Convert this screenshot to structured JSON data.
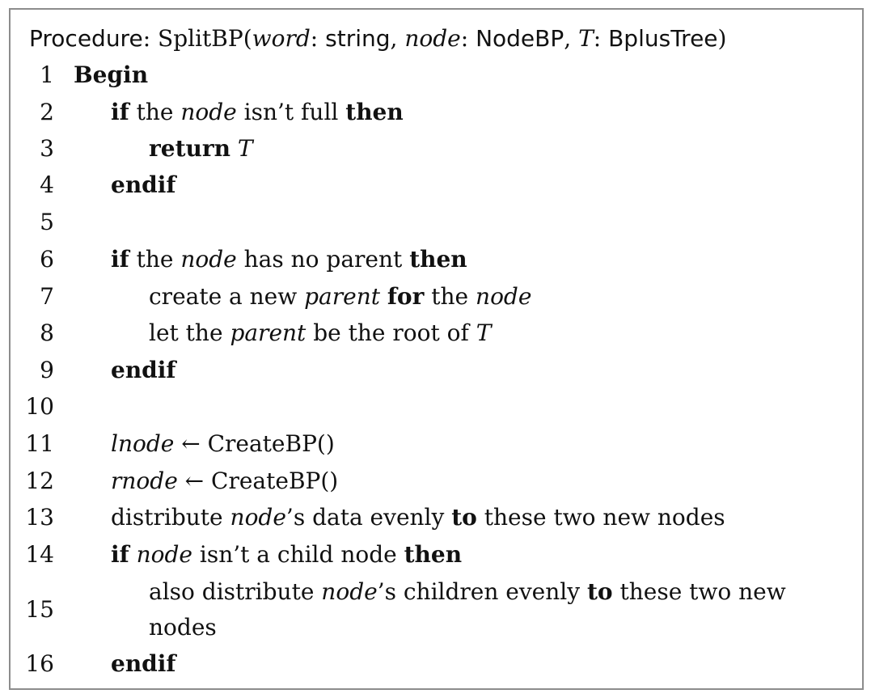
{
  "procedure": {
    "label": "Procedure",
    "colon": ":",
    "name": "SplitBP",
    "open": "(",
    "p1_name": "word",
    "p1_sep": ":",
    "p1_type": "string",
    "comma1": ",",
    "p2_name": "node",
    "p2_sep": ":",
    "p2_type": "NodeBP",
    "comma2": ",",
    "p3_name": "T",
    "p3_sep": ":",
    "p3_type": "BplusTree",
    "close": ")"
  },
  "lines": [
    {
      "n": "1"
    },
    {
      "n": "2"
    },
    {
      "n": "3"
    },
    {
      "n": "4"
    },
    {
      "n": "5"
    },
    {
      "n": "6"
    },
    {
      "n": "7"
    },
    {
      "n": "8"
    },
    {
      "n": "9"
    },
    {
      "n": "10"
    },
    {
      "n": "11"
    },
    {
      "n": "12"
    },
    {
      "n": "13"
    },
    {
      "n": "14"
    },
    {
      "n": "15"
    },
    {
      "n": "16"
    }
  ],
  "code": {
    "l1": {
      "kw": "Begin"
    },
    "l2": {
      "kw1": "if",
      "t1": " the ",
      "it1": "node",
      "t2": " isn’t full ",
      "kw2": "then"
    },
    "l3": {
      "kw": "return",
      "sp": " ",
      "it": "T"
    },
    "l4": {
      "kw": "endif"
    },
    "l6": {
      "kw1": "if",
      "t1": " the ",
      "it1": "node",
      "t2": " has no parent ",
      "kw2": "then"
    },
    "l7": {
      "t1": "create a new ",
      "it1": "parent",
      "sp": " ",
      "kw": "for",
      "t2": " the ",
      "it2": "node"
    },
    "l8": {
      "t1": "let the ",
      "it1": "parent",
      "t2": " be the root of ",
      "it2": "T"
    },
    "l9": {
      "kw": "endif"
    },
    "l11": {
      "it": "lnode",
      "t": " ← CreateBP()"
    },
    "l12": {
      "it": "rnode",
      "t": " ← CreateBP()"
    },
    "l13": {
      "t1": "distribute ",
      "it1": "node",
      "t2": "’s data evenly ",
      "kw": "to",
      "t3": " these two new nodes"
    },
    "l14": {
      "kw1": "if",
      "sp": " ",
      "it1": "node",
      "t1": " isn’t a child node ",
      "kw2": "then"
    },
    "l15": {
      "t1": "also distribute ",
      "it1": "node",
      "t2": "’s children evenly ",
      "kw": "to",
      "t3": " these two new",
      "t4": "nodes"
    },
    "l16": {
      "kw": "endif"
    }
  }
}
